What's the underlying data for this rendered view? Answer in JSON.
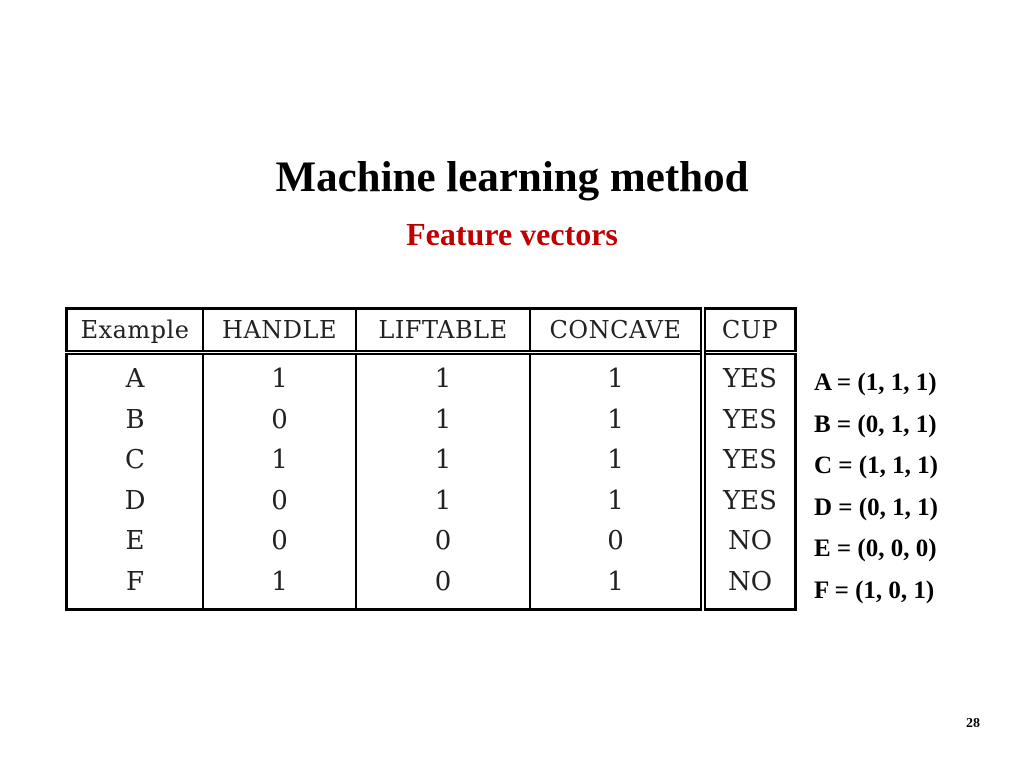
{
  "slide": {
    "title": "Machine learning method",
    "subtitle": "Feature vectors",
    "subtitle_color": "#c00000",
    "page_number": "28"
  },
  "table": {
    "headers": [
      "Example",
      "HANDLE",
      "LIFTABLE",
      "CONCAVE",
      "CUP"
    ],
    "rows": [
      [
        "A",
        "1",
        "1",
        "1",
        "YES"
      ],
      [
        "B",
        "0",
        "1",
        "1",
        "YES"
      ],
      [
        "C",
        "1",
        "1",
        "1",
        "YES"
      ],
      [
        "D",
        "0",
        "1",
        "1",
        "YES"
      ],
      [
        "E",
        "0",
        "0",
        "0",
        "NO"
      ],
      [
        "F",
        "1",
        "0",
        "1",
        "NO"
      ]
    ]
  },
  "vectors": [
    "A = (1, 1, 1)",
    "B = (0, 1, 1)",
    "C = (1, 1, 1)",
    "D = (0, 1, 1)",
    "E = (0, 0, 0)",
    "F = (1, 0, 1)"
  ]
}
